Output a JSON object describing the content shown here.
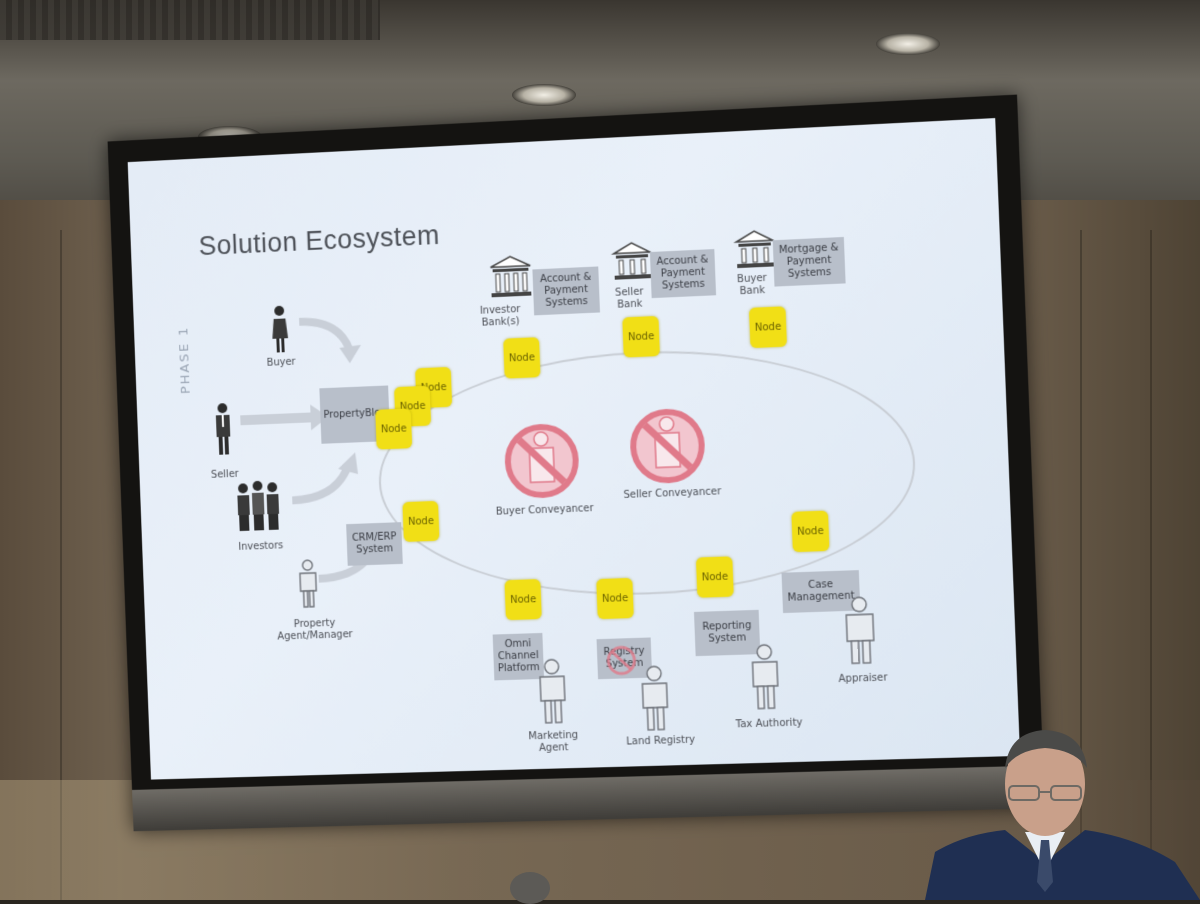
{
  "slide": {
    "title": "Solution Ecosystem",
    "phase_label": "PHASE 1",
    "actors_left": [
      {
        "label": "Buyer",
        "icon": "buyer-person-icon"
      },
      {
        "label": "Seller",
        "icon": "seller-person-icon"
      },
      {
        "label": "Investors",
        "icon": "investors-group-icon"
      },
      {
        "label": "Property\nAgent/Manager",
        "icon": "agent-person-icon"
      }
    ],
    "platform_boxes": {
      "propertyblox": "PropertyBlox",
      "crm_erp": "CRM/ERP\nSystem"
    },
    "banks": [
      {
        "label": "Investor\nBank(s)",
        "system": "Account &\nPayment\nSystems"
      },
      {
        "label": "Seller\nBank",
        "system": "Account &\nPayment\nSystems"
      },
      {
        "label": "Buyer\nBank",
        "system": "Mortgage &\nPayment\nSystems"
      }
    ],
    "node_label": "Node",
    "removed_roles": [
      "Buyer Conveyancer",
      "Seller Conveyancer"
    ],
    "bottom_systems": [
      {
        "system": "Omni\nChannel\nPlatform",
        "actor": "Marketing\nAgent"
      },
      {
        "system": "Registry\nSystem",
        "actor": "Land Registry"
      },
      {
        "system": "Reporting\nSystem",
        "actor": "Tax Authority"
      },
      {
        "system": "Case\nManagement",
        "actor": "Appraiser"
      }
    ]
  },
  "colors": {
    "node_yellow": "#f1df16",
    "box_gray": "#b8bfca",
    "prohibit_red": "#e07a8a",
    "screen_bg": "#e4ecf6"
  }
}
